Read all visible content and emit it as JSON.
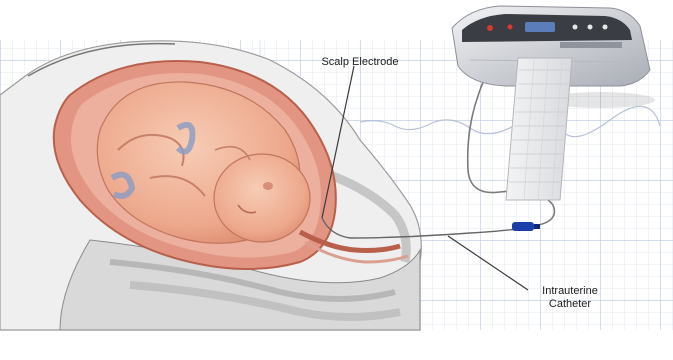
{
  "labels": {
    "scalp_electrode": "Scalp Electrode",
    "intrauterine_catheter_line1": "Intrauterine",
    "intrauterine_catheter_line2": "Catheter"
  },
  "colors": {
    "background": "#ffffff",
    "grid": "#c9d6ec",
    "uterus": "#e89a88",
    "fetus": "#f0b49a",
    "monitor": "#cfd2d8",
    "catheter_tip": "#1a3fa8"
  }
}
